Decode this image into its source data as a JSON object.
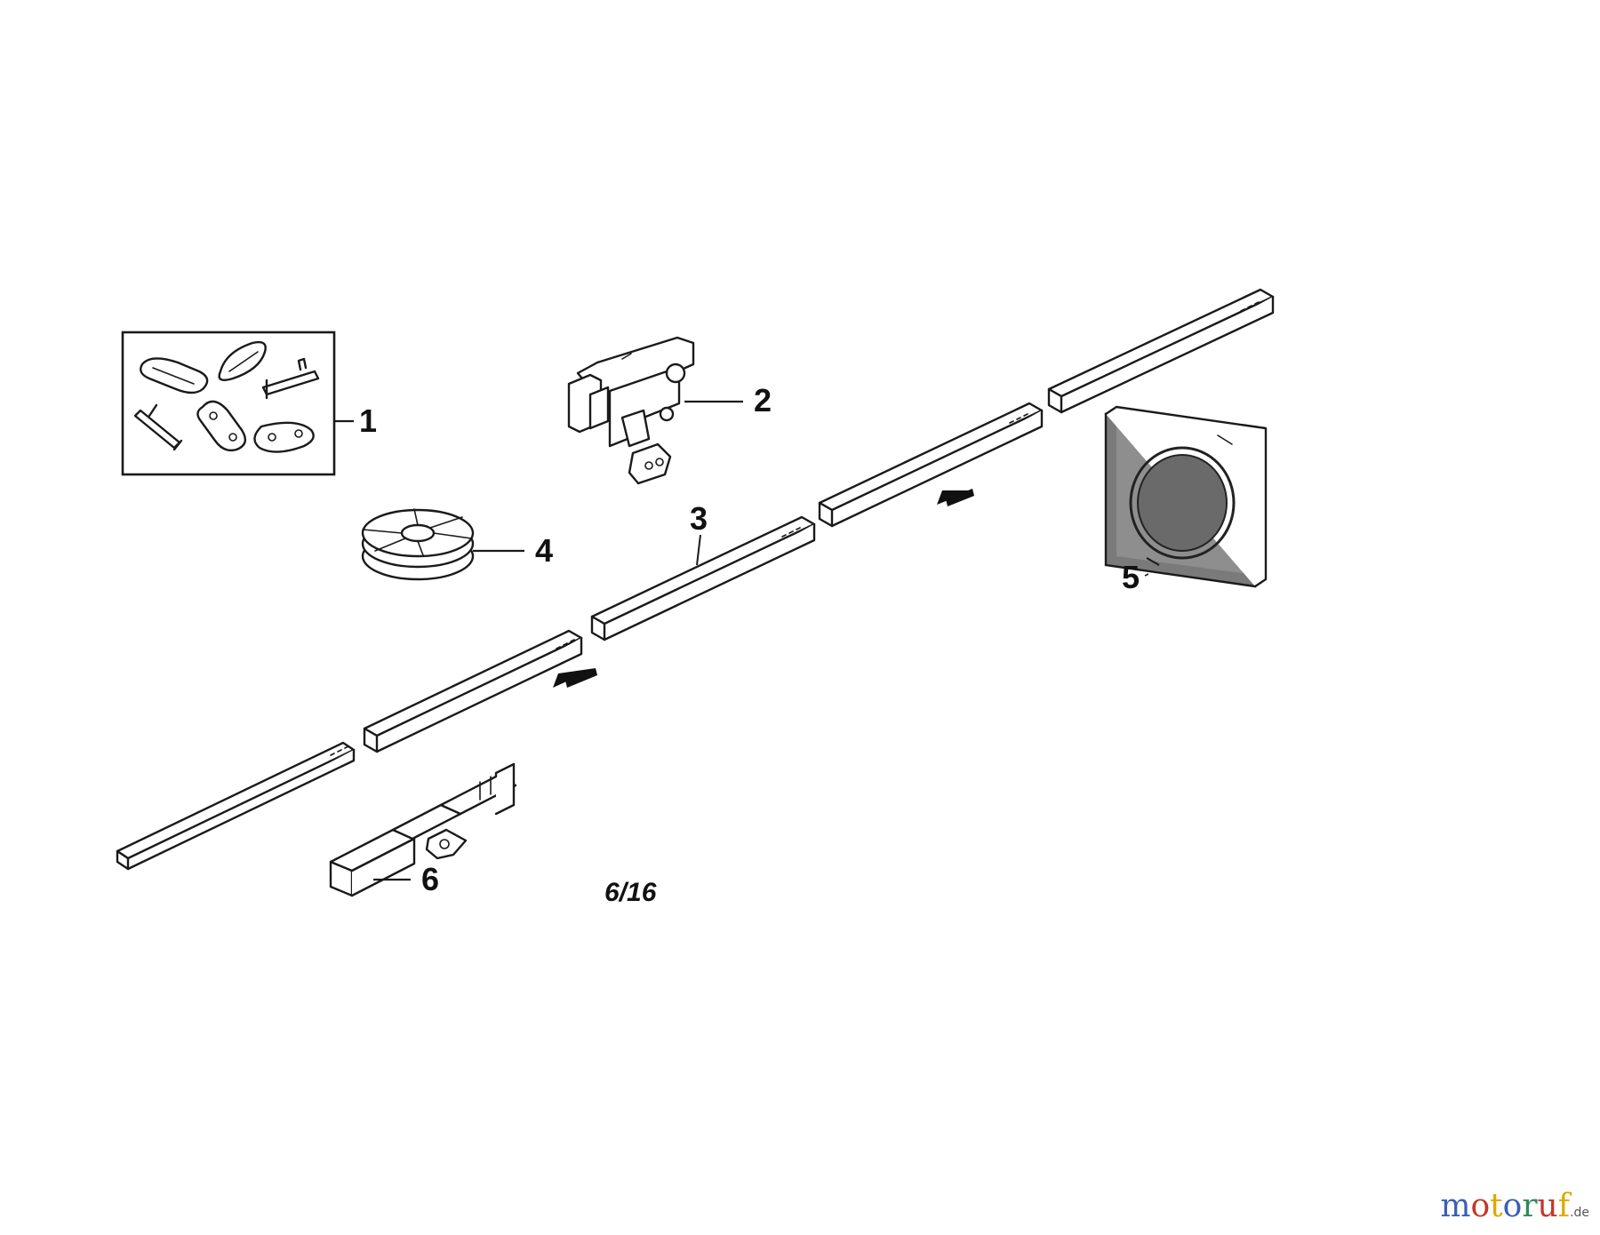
{
  "diagram": {
    "callouts": {
      "c1": "1",
      "c2": "2",
      "c3": "3",
      "c4": "4",
      "c5": "5",
      "c6": "6"
    },
    "code": "6/16"
  },
  "brand": {
    "letters": [
      "m",
      "o",
      "t",
      "o",
      "r",
      "u",
      "f"
    ],
    "letter_colors": [
      "#3b5fb5",
      "#c0392b",
      "#e0a800",
      "#3b5fb5",
      "#2e8b57",
      "#c0392b",
      "#e0a800"
    ],
    "tld": ".de"
  }
}
